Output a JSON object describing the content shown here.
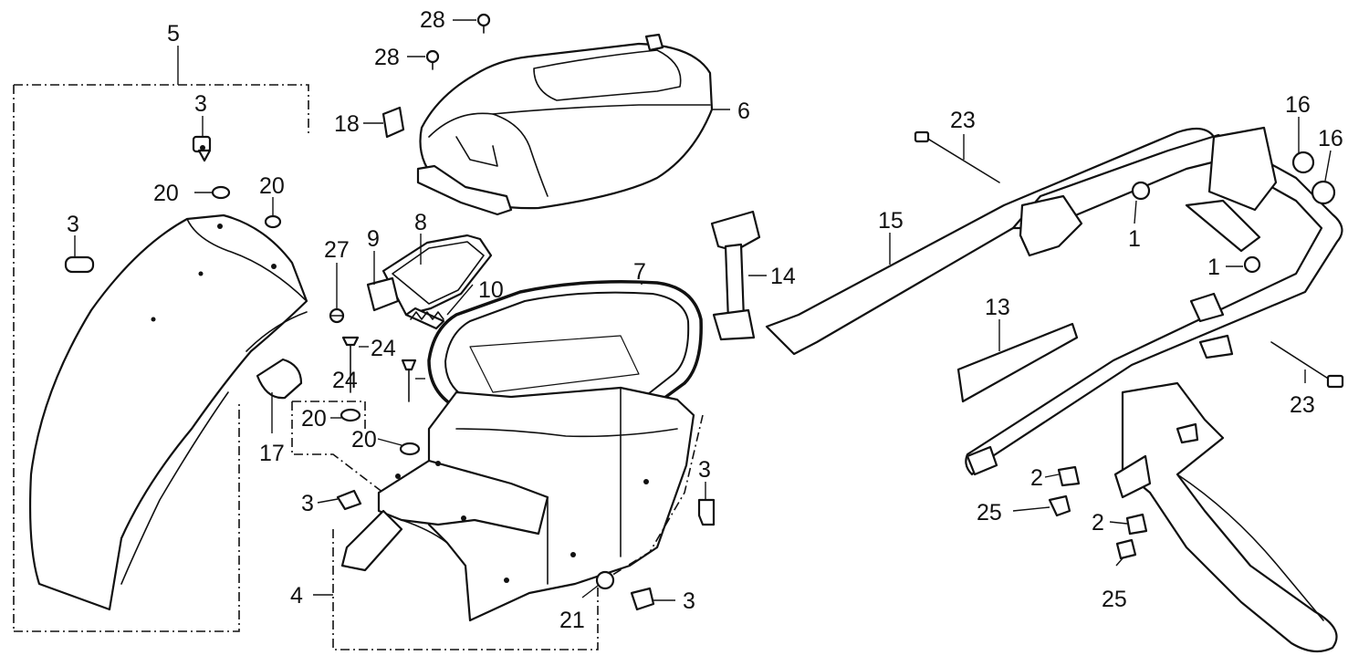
{
  "callouts": [
    {
      "id": "c5",
      "text": "5"
    },
    {
      "id": "c3a",
      "text": "3"
    },
    {
      "id": "c20a",
      "text": "20"
    },
    {
      "id": "c20b",
      "text": "20"
    },
    {
      "id": "c3b",
      "text": "3"
    },
    {
      "id": "c17",
      "text": "17"
    },
    {
      "id": "c28a",
      "text": "28"
    },
    {
      "id": "c28b",
      "text": "28"
    },
    {
      "id": "c6",
      "text": "6"
    },
    {
      "id": "c18",
      "text": "18"
    },
    {
      "id": "c27",
      "text": "27"
    },
    {
      "id": "c9",
      "text": "9"
    },
    {
      "id": "c8",
      "text": "8"
    },
    {
      "id": "c10",
      "text": "10"
    },
    {
      "id": "c7",
      "text": "7"
    },
    {
      "id": "c24a",
      "text": "24"
    },
    {
      "id": "c24b",
      "text": "24"
    },
    {
      "id": "c20c",
      "text": "20"
    },
    {
      "id": "c20d",
      "text": "20"
    },
    {
      "id": "c3c",
      "text": "3"
    },
    {
      "id": "c4",
      "text": "4"
    },
    {
      "id": "c3d",
      "text": "3"
    },
    {
      "id": "c21",
      "text": "21"
    },
    {
      "id": "c3e",
      "text": "3"
    },
    {
      "id": "c14",
      "text": "14"
    },
    {
      "id": "c23a",
      "text": "23"
    },
    {
      "id": "c15",
      "text": "15"
    },
    {
      "id": "c16a",
      "text": "16"
    },
    {
      "id": "c16b",
      "text": "16"
    },
    {
      "id": "c1a",
      "text": "1"
    },
    {
      "id": "c1b",
      "text": "1"
    },
    {
      "id": "c13",
      "text": "13"
    },
    {
      "id": "c23b",
      "text": "23"
    },
    {
      "id": "c2a",
      "text": "2"
    },
    {
      "id": "c25a",
      "text": "25"
    },
    {
      "id": "c2b",
      "text": "2"
    },
    {
      "id": "c25b",
      "text": "25"
    }
  ]
}
